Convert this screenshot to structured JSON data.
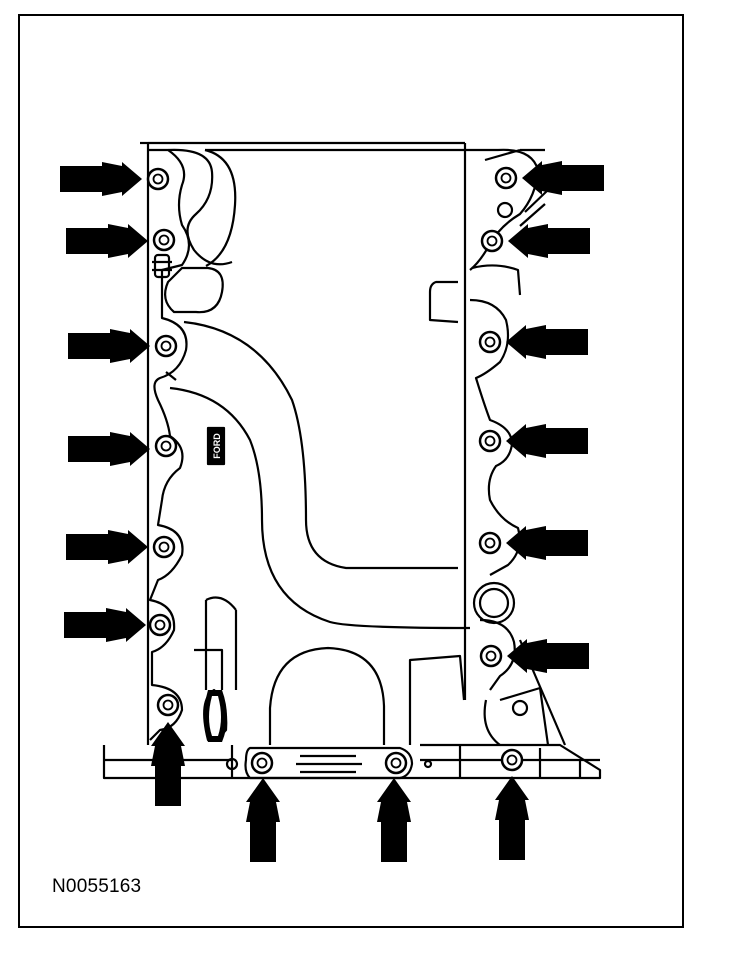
{
  "figure": {
    "id_label": "N0055163",
    "casting_mark": "FORD"
  },
  "callouts": {
    "left_bolts": 6,
    "right_bolts": 6,
    "bottom_bolts": 4,
    "total_bolts": 16
  },
  "colors": {
    "line": "#000000",
    "background": "#ffffff"
  }
}
